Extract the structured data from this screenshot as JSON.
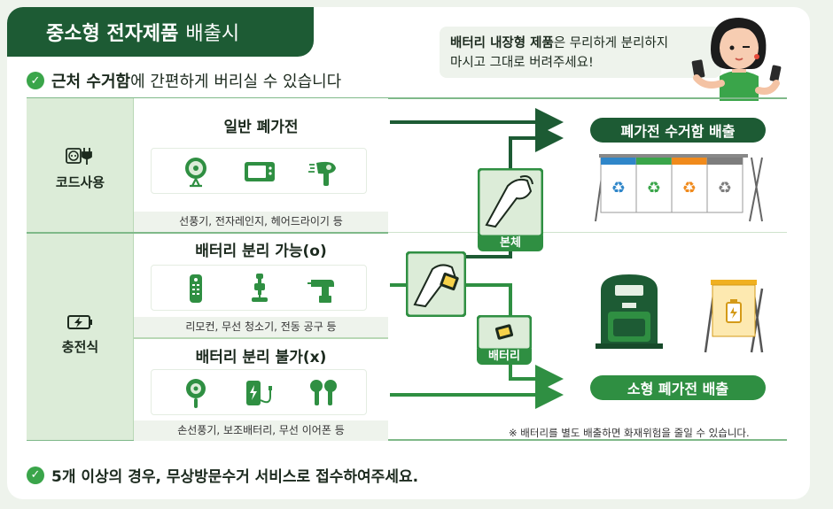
{
  "header": {
    "title_bold": "중소형 전자제품",
    "title_light": "배출시"
  },
  "subtitle": {
    "bold": "근처 수거함",
    "rest": "에 간편하게 버리실 수 있습니다"
  },
  "bubble": {
    "bold": "배터리 내장형 제품",
    "line1_rest": "은 무리하게 분리하지",
    "line2": "마시고 그대로 버려주세요!"
  },
  "left": {
    "corded": {
      "label": "코드사용",
      "icon": "plug-outlet-icon"
    },
    "charging": {
      "label": "충전식",
      "icon": "battery-charge-icon"
    }
  },
  "categories": [
    {
      "title": "일반 폐가전",
      "footer": "선풍기, 전자레인지, 헤어드라이기 등",
      "icons": [
        "fan-icon",
        "microwave-icon",
        "hair-dryer-icon"
      ]
    },
    {
      "title": "배터리 분리 가능(o)",
      "footer": "리모컨, 무선 청소기, 전동 공구 등",
      "icons": [
        "remote-icon",
        "stick-vacuum-icon",
        "power-drill-icon"
      ]
    },
    {
      "title": "배터리 분리 불가(x)",
      "footer": "손선풍기, 보조배터리, 무선 이어폰 등",
      "icons": [
        "handheld-fan-icon",
        "power-bank-icon",
        "earbuds-icon"
      ]
    }
  ],
  "flow": {
    "body_label": "본체",
    "battery_label": "배터리"
  },
  "destinations": {
    "large": "폐가전 수거함 배출",
    "small": "소형 폐가전 배출"
  },
  "note": "※ 배터리를 별도 배출하면 화재위험을 줄일 수 있습니다.",
  "footer": {
    "text": "5개 이상의 경우, 무상방문수거 서비스로 접수하여주세요."
  },
  "colors": {
    "dark_green": "#1d5b34",
    "green": "#2f8f42",
    "light_green": "#dcecd8",
    "bin_blue": "#2f86c9",
    "bin_green": "#3aa54a",
    "bin_orange": "#f08a1c",
    "bin_gray": "#7d7d7d"
  }
}
